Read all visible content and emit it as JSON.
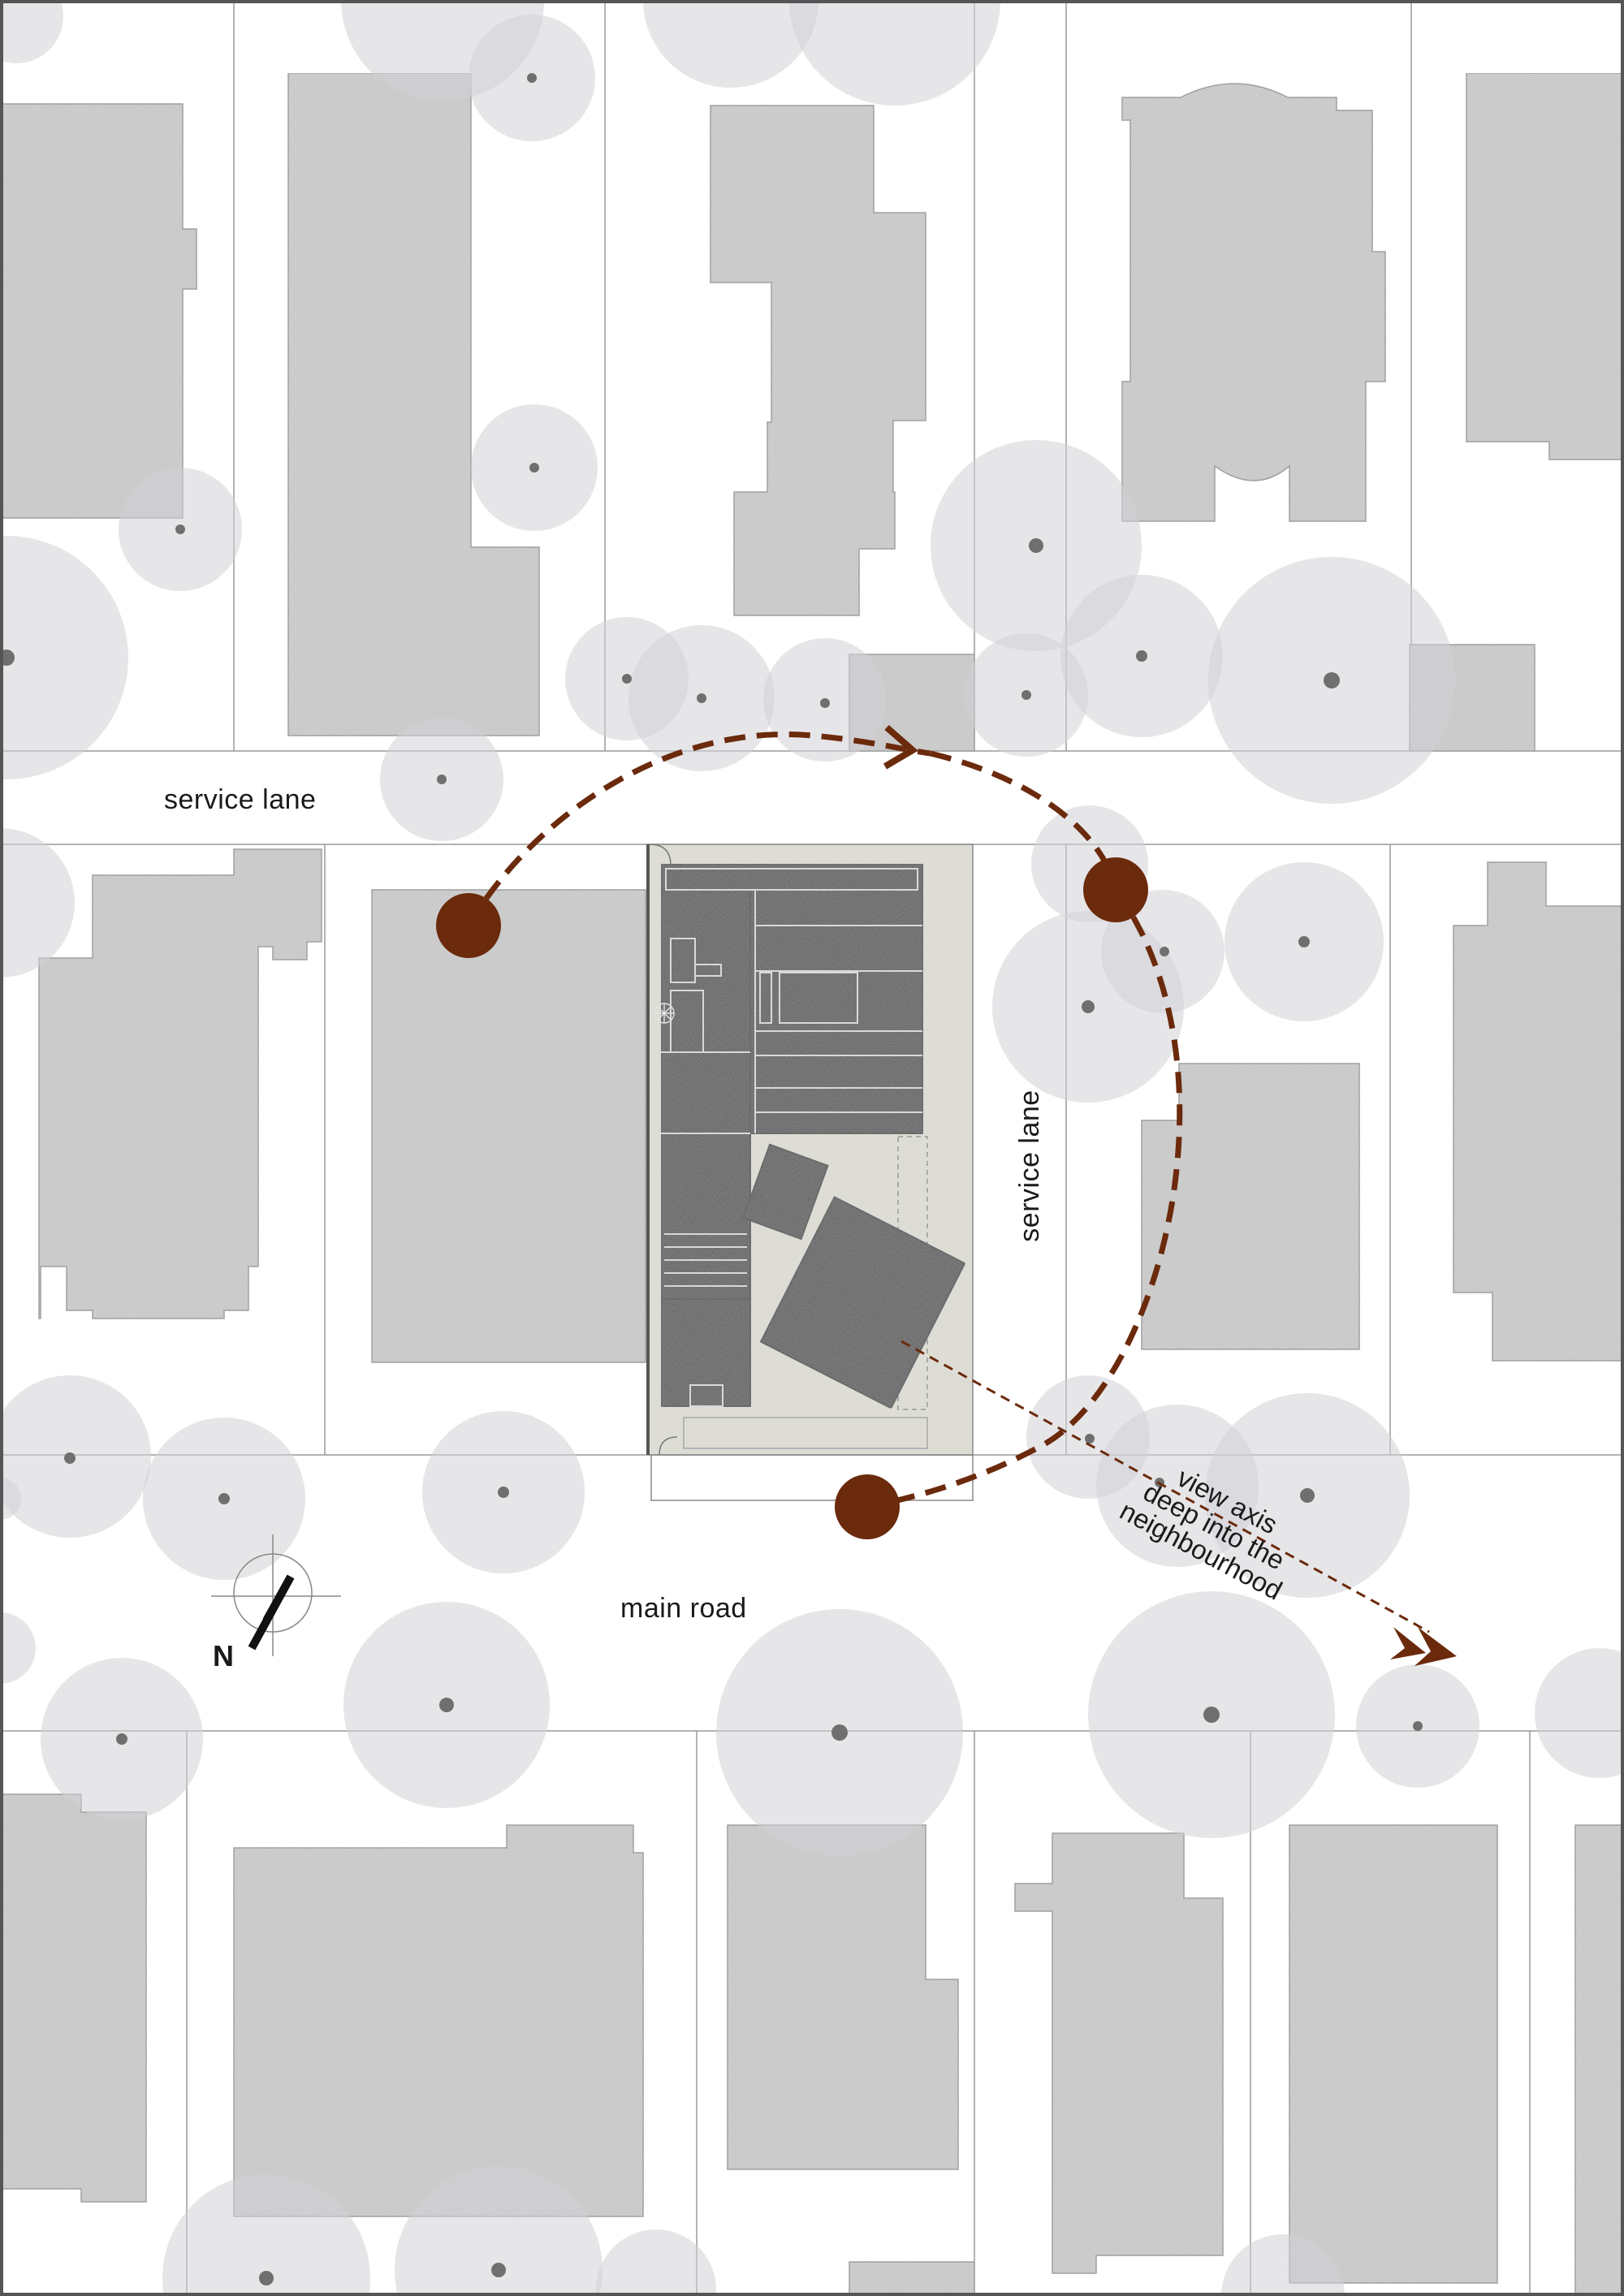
{
  "labels": {
    "service_lane_top": "service lane",
    "service_lane_side": "service lane",
    "main_road": "main road",
    "view_axis_line1": "view axis",
    "view_axis_line2": "deep into the",
    "view_axis_line3": "neighbourhood",
    "north": "N"
  },
  "colors": {
    "background": "#ffffff",
    "building_fill": "#d4d4d4",
    "building_edge": "#a8a8a8",
    "tree_canopy": "#dcdcdf",
    "tree_trunk": "#6f6f6f",
    "plot_line": "#9a9a9a",
    "site_ground": "#deddd5",
    "site_house": "#3c3c3c",
    "accent": "#6b2a0c",
    "frame": "#555555"
  },
  "icons": {
    "north_arrow": "north-arrow-icon",
    "view_marker": "viewpoint-marker-icon",
    "direction_chevron": "chevron-right-icon"
  }
}
